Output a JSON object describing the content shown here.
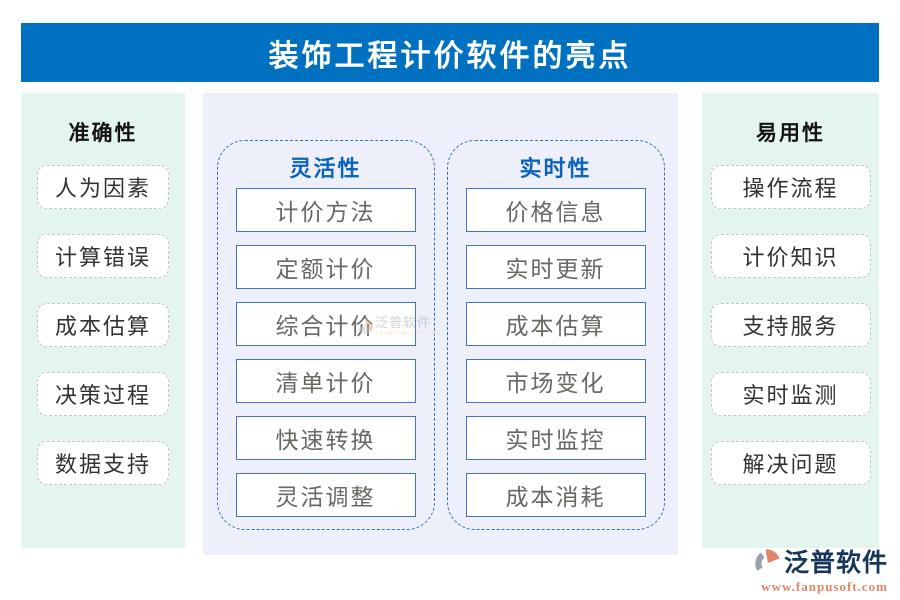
{
  "header": {
    "title": "装饰工程计价软件的亮点"
  },
  "left_panel": {
    "title": "准确性",
    "items": [
      "人为因素",
      "计算错误",
      "成本估算",
      "决策过程",
      "数据支持"
    ]
  },
  "center_panel": {
    "groups": [
      {
        "title": "灵活性",
        "items": [
          "计价方法",
          "定额计价",
          "综合计价",
          "清单计价",
          "快速转换",
          "灵活调整"
        ]
      },
      {
        "title": "实时性",
        "items": [
          "价格信息",
          "实时更新",
          "成本估算",
          "市场变化",
          "实时监控",
          "成本消耗"
        ]
      }
    ]
  },
  "right_panel": {
    "title": "易用性",
    "items": [
      "操作流程",
      "计价知识",
      "支持服务",
      "实时监测",
      "解决问题"
    ]
  },
  "watermark": {
    "name": "泛普软件",
    "subtitle": "FANPU SOFTWARE"
  },
  "footer": {
    "name": "泛普软件",
    "url": "www.fanpusoft.com"
  },
  "colors": {
    "banner_blue": "#0071C1",
    "side_panel_bg": "#E4F4EE",
    "center_panel_bg": "#EDF0FA",
    "group_border_blue": "#2E75B6",
    "node_border_blue": "#4472C4",
    "group_title_blue": "#0B63BE",
    "logo_navy": "#16365C",
    "logo_salmon": "#E08568"
  }
}
